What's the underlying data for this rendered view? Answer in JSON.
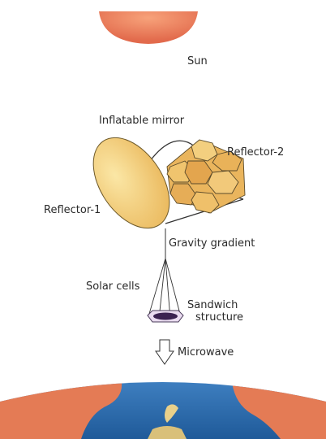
{
  "labels": {
    "sun": "Sun",
    "inflatable_mirror": "Inflatable mirror",
    "reflector_2": "Reflector-2",
    "reflector_1": "Reflector-1",
    "gravity_gradient": "Gravity gradient",
    "solar_cells": "Solar cells",
    "sandwich_line1": "Sandwich",
    "sandwich_line2": "structure",
    "microwave": "Microwave"
  },
  "colors": {
    "sun": "#e8785a",
    "mirror": "#f2cf6e",
    "reflector2": "#e8b25a",
    "ocean": "#2f6fb0",
    "land": "#e47b55",
    "outline": "#333333"
  }
}
